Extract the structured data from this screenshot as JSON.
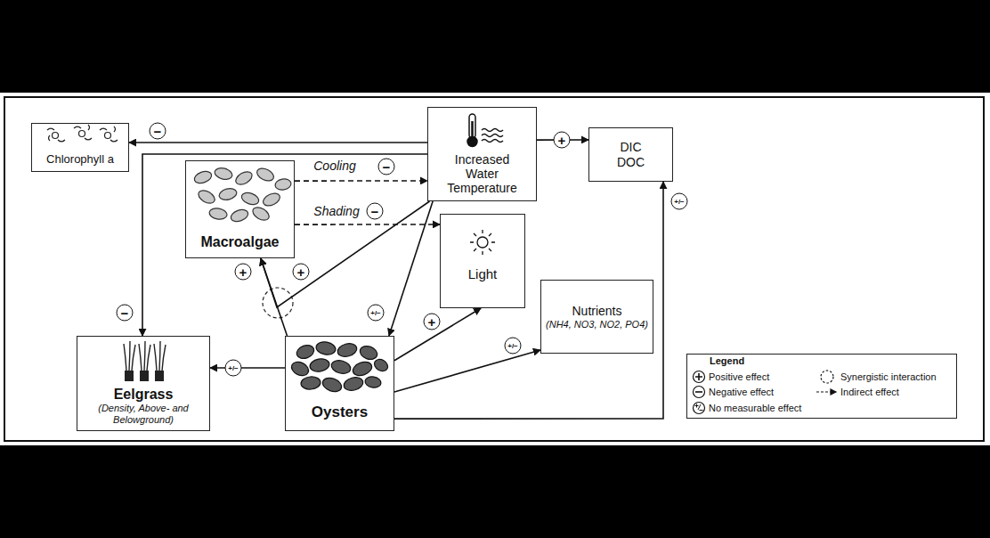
{
  "diagram": {
    "nodes": [
      {
        "text": [
          "Chlorophyll a"
        ]
      },
      {
        "text": [
          "Increased Water Temperature"
        ]
      },
      {
        "text": [
          "DIC DOC"
        ]
      },
      {
        "text": [
          "Macroalgae"
        ]
      },
      {
        "text": [
          "Light"
        ]
      },
      {
        "text": [
          "Nutrients",
          "(NH4, NO3, NO2, PO4)"
        ]
      },
      {
        "text": [
          "Eelgrass",
          "(Density, Above- and Belowground)"
        ]
      },
      {
        "text": [
          "Oysters"
        ]
      }
    ],
    "edges": [
      {
        "from": 1,
        "to": 0,
        "arrow": "to",
        "label": "−"
      },
      {
        "from": 1,
        "to": 6,
        "arrow": "to",
        "label": "−"
      },
      {
        "from": 1,
        "to": 2,
        "arrow": "to",
        "label": "+"
      },
      {
        "from": 3,
        "to": 1,
        "arrow": "to",
        "label": "Cooling"
      },
      {
        "from": 3,
        "to": 4,
        "arrow": "to",
        "label": "Shading"
      },
      {
        "from": 1,
        "to": 7,
        "arrow": "to",
        "label": "+/−"
      },
      {
        "from": 1,
        "to": 3,
        "arrow": "to",
        "label": "+"
      },
      {
        "from": 7,
        "to": 3,
        "arrow": "to",
        "label": "+"
      },
      {
        "from": 7,
        "to": 6,
        "arrow": "to",
        "label": "+/−"
      },
      {
        "from": 7,
        "to": 4,
        "arrow": "to",
        "label": "+"
      },
      {
        "from": 7,
        "to": 5,
        "arrow": "to",
        "label": "+/−"
      },
      {
        "from": 7,
        "to": 2,
        "arrow": "to",
        "label": "+/−"
      }
    ],
    "labels": [
      "−",
      "−",
      "Legend"
    ],
    "legend": [
      {
        "text": "Positive effect"
      },
      {
        "text": "Negative effect"
      },
      {
        "text": "No measurable effect"
      },
      {
        "text": "Synergistic interaction"
      },
      {
        "text": "Indirect effect"
      }
    ]
  }
}
